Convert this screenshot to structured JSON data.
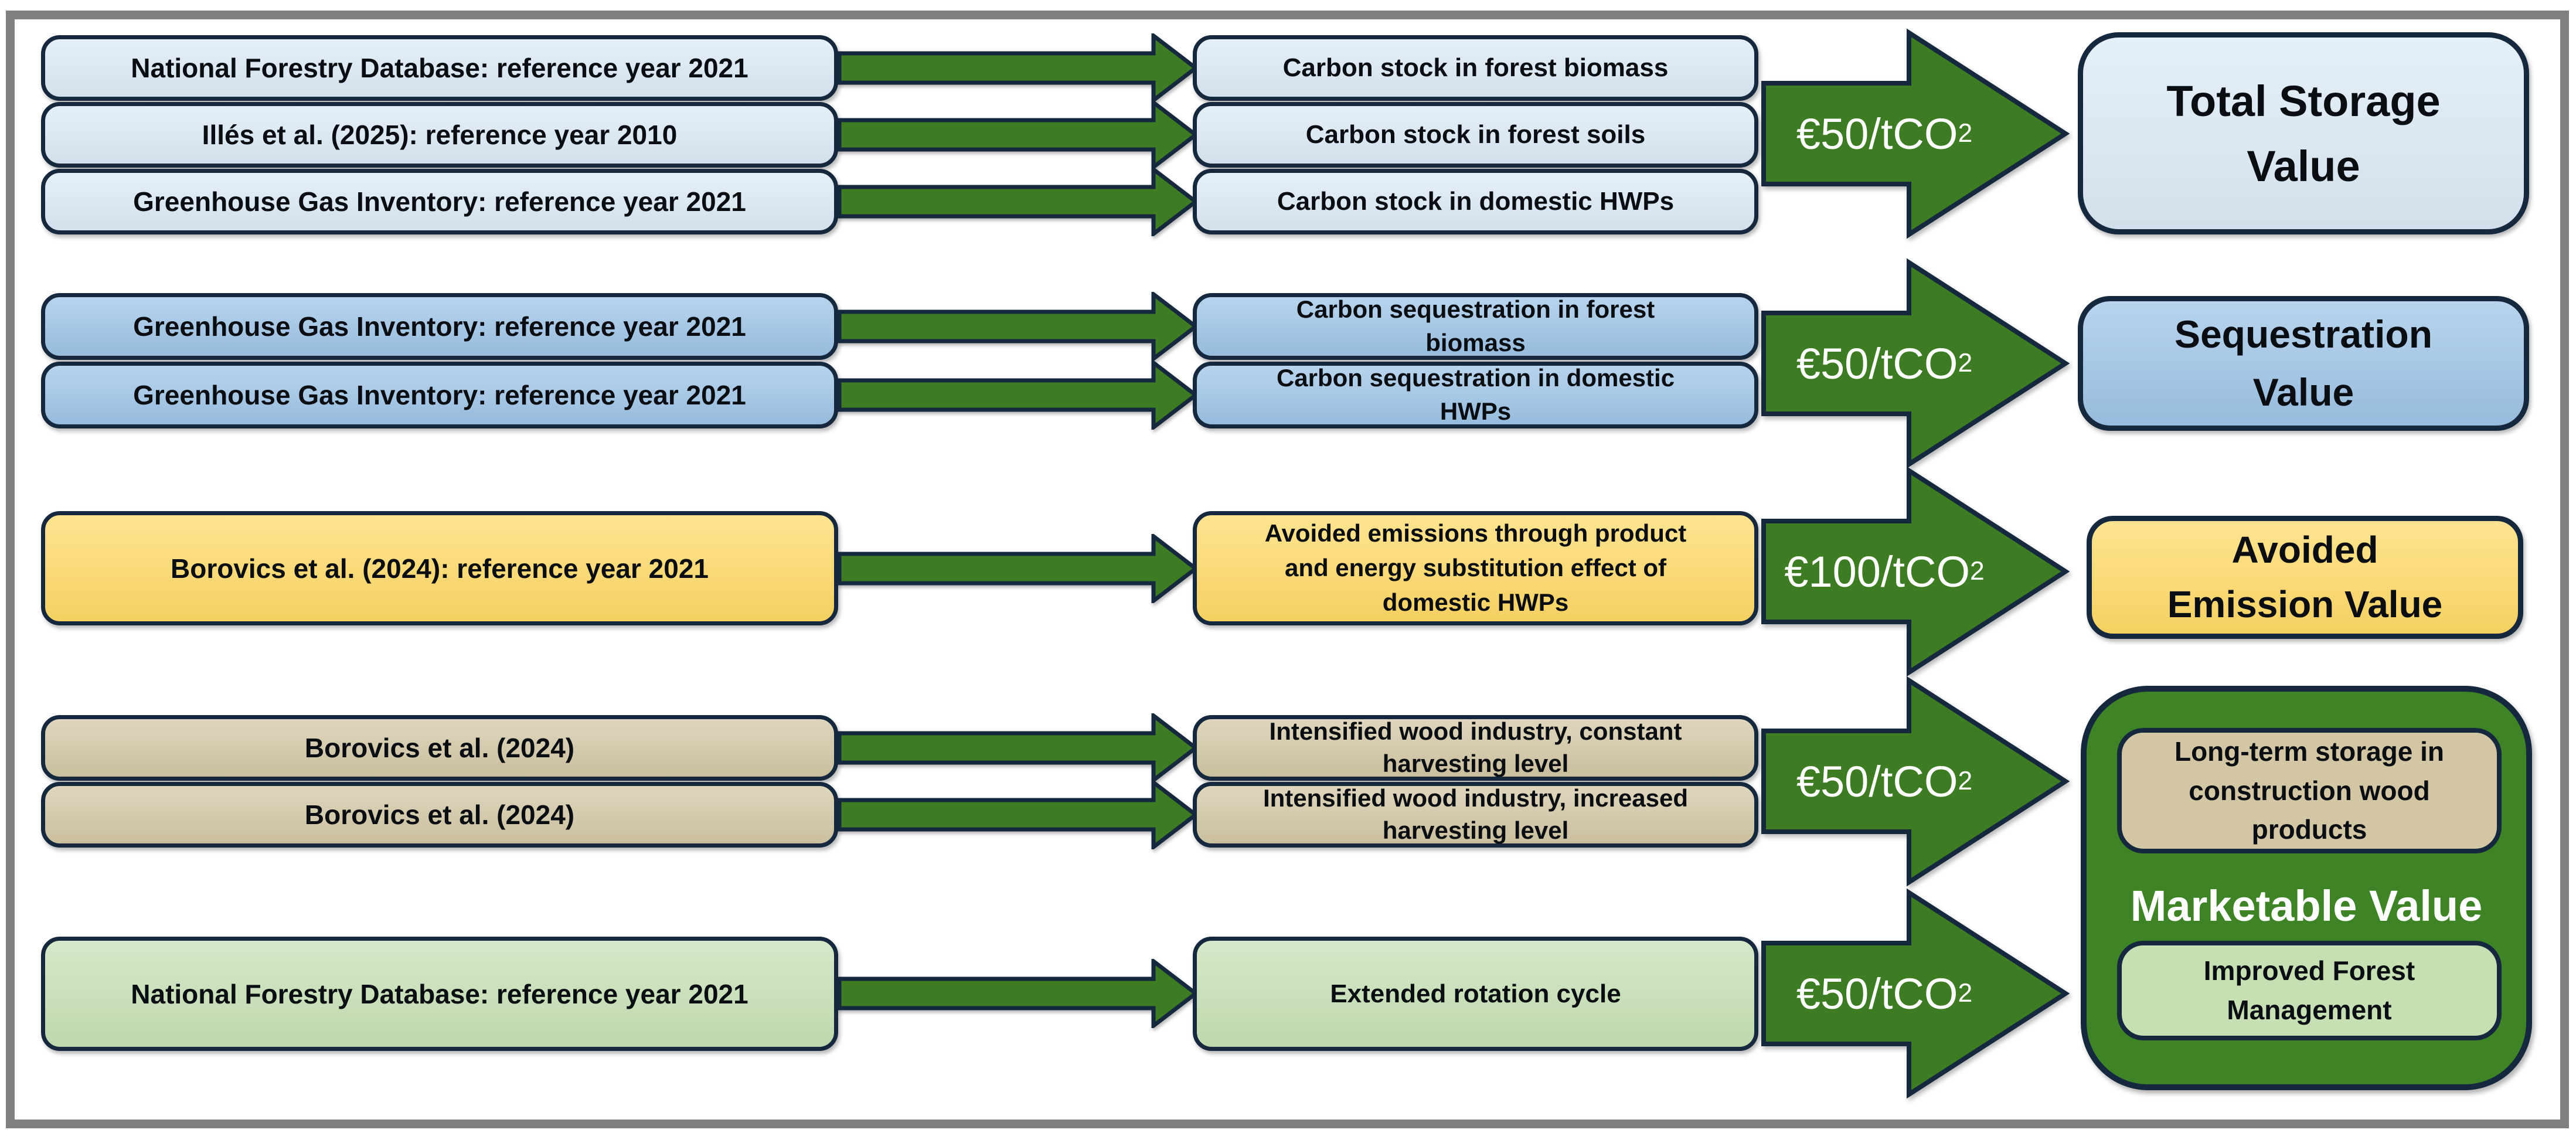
{
  "palette": {
    "light_blue": "#dbe9f5",
    "medium_blue": "#9dc3e6",
    "yellow": "#ffd966",
    "tan": "#d2c6a4",
    "light_green": "#c6e0b4",
    "arrow_green": "#3e7c23",
    "container_green": "#3e8427",
    "border_navy": "#16283e",
    "frame_gray": "#7f7f7f"
  },
  "rows": [
    {
      "sources": [
        {
          "label": "National Forestry Database: reference year 2021"
        },
        {
          "label": "Illés et al. (2025): reference year 2010"
        },
        {
          "label": "Greenhouse Gas Inventory: reference year 2021"
        }
      ],
      "indicators": [
        {
          "label": "Carbon stock in forest biomass"
        },
        {
          "label": "Carbon stock in forest soils"
        },
        {
          "label": "Carbon stock in domestic HWPs"
        }
      ],
      "price": {
        "main": "€50/tCO",
        "sub": "2"
      },
      "value": {
        "label": "Total Storage\nValue"
      }
    },
    {
      "sources": [
        {
          "label": "Greenhouse Gas Inventory: reference year 2021"
        },
        {
          "label": "Greenhouse Gas Inventory: reference year 2021"
        }
      ],
      "indicators": [
        {
          "label": "Carbon sequestration in forest\nbiomass"
        },
        {
          "label": "Carbon sequestration in domestic\nHWPs"
        }
      ],
      "price": {
        "main": "€50/tCO",
        "sub": "2"
      },
      "value": {
        "label": "Sequestration\nValue"
      }
    },
    {
      "sources": [
        {
          "label": "Borovics et al. (2024): reference year 2021"
        }
      ],
      "indicators": [
        {
          "label": "Avoided emissions through product\nand energy substitution effect of\ndomestic HWPs"
        }
      ],
      "price": {
        "main": "€100/tCO",
        "sub": "2"
      },
      "value": {
        "label": "Avoided\nEmission Value"
      }
    },
    {
      "sources": [
        {
          "label": "Borovics et al. (2024)"
        },
        {
          "label": "Borovics et al. (2024)"
        }
      ],
      "indicators": [
        {
          "label": "Intensified wood industry, constant\nharvesting level"
        },
        {
          "label": "Intensified wood industry, increased\nharvesting level"
        }
      ],
      "price": {
        "main": "€50/tCO",
        "sub": "2"
      }
    },
    {
      "sources": [
        {
          "label": "National Forestry Database: reference year 2021"
        }
      ],
      "indicators": [
        {
          "label": "Extended rotation cycle"
        }
      ],
      "price": {
        "main": "€50/tCO",
        "sub": "2"
      }
    }
  ],
  "marketable": {
    "title": "Marketable Value",
    "boxes": [
      {
        "label": "Long-term storage in\nconstruction wood\nproducts"
      },
      {
        "label": "Improved Forest\nManagement"
      }
    ]
  }
}
